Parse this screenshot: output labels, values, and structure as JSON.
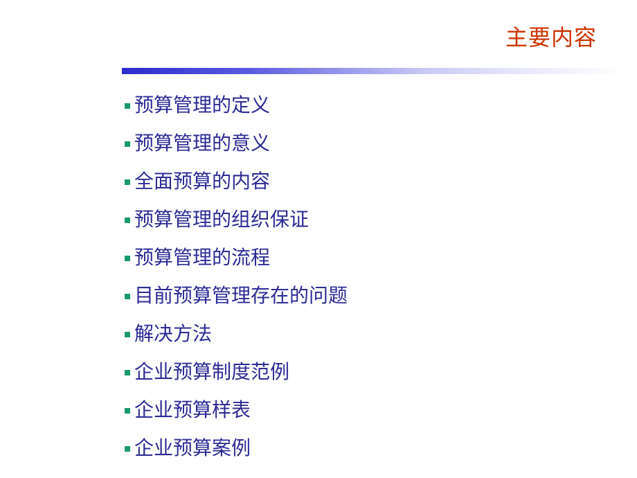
{
  "slide": {
    "title": "主要内容",
    "colors": {
      "title": "#cc3300",
      "item_text": "#2b2b96",
      "bullet": "#1a9a6a",
      "bar_start": "#2a2ad0"
    },
    "items": [
      {
        "label": "预算管理的定义"
      },
      {
        "label": "预算管理的意义"
      },
      {
        "label": "全面预算的内容"
      },
      {
        "label": "预算管理的组织保证"
      },
      {
        "label": "预算管理的流程"
      },
      {
        "label": "目前预算管理存在的问题"
      },
      {
        "label": "解决方法"
      },
      {
        "label": "企业预算制度范例"
      },
      {
        "label": "企业预算样表"
      },
      {
        "label": "企业预算案例"
      }
    ]
  }
}
